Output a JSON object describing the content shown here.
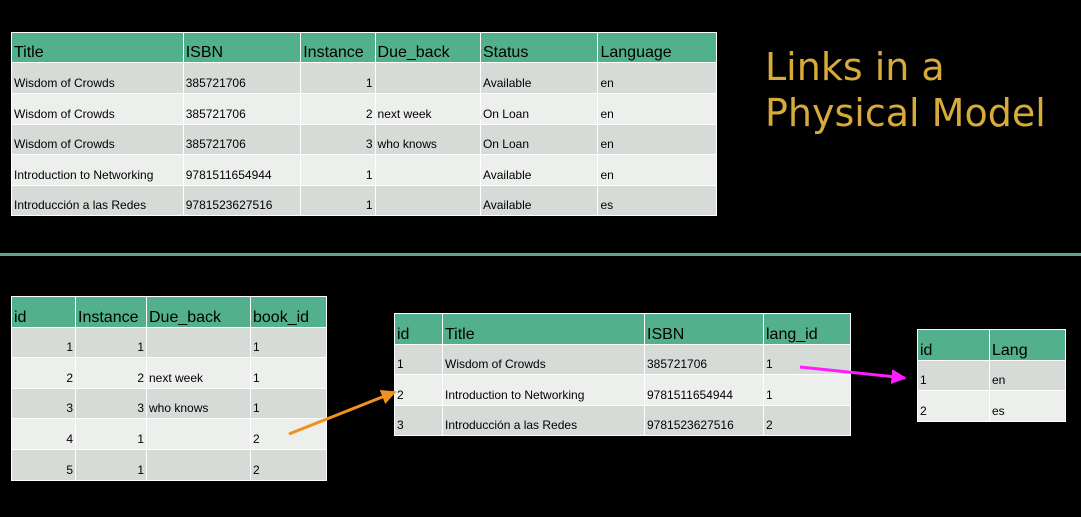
{
  "slide_title_line1": "Links in a",
  "slide_title_line2": "Physical Model",
  "colors": {
    "header_green": "#52b08c",
    "title_gold": "#d7aa3a",
    "arrow_orange": "#f0901e",
    "arrow_magenta": "#ff1cff",
    "divider": "#5aa88f"
  },
  "denormalized": {
    "headers": [
      "Title",
      "ISBN",
      "Instance",
      "Due_back",
      "Status",
      "Language"
    ],
    "rows": [
      [
        "Wisdom of Crowds",
        "385721706",
        "1",
        "",
        "Available",
        "en"
      ],
      [
        "Wisdom of Crowds",
        "385721706",
        "2",
        "next week",
        "On Loan",
        "en"
      ],
      [
        "Wisdom of Crowds",
        "385721706",
        "3",
        "who knows",
        "On Loan",
        "en"
      ],
      [
        "Introduction to Networking",
        "9781511654944",
        "1",
        "",
        "Available",
        "en"
      ],
      [
        "Introducción a las Redes",
        "9781523627516",
        "1",
        "",
        "Available",
        "es"
      ]
    ]
  },
  "instances": {
    "headers": [
      "id",
      "Instance",
      "Due_back",
      "book_id"
    ],
    "rows": [
      [
        "1",
        "1",
        "",
        "1"
      ],
      [
        "2",
        "2",
        "next week",
        "1"
      ],
      [
        "3",
        "3",
        "who knows",
        "1"
      ],
      [
        "4",
        "1",
        "",
        "2"
      ],
      [
        "5",
        "1",
        "",
        "2"
      ]
    ]
  },
  "books": {
    "headers": [
      "id",
      "Title",
      "ISBN",
      "lang_id"
    ],
    "rows": [
      [
        "1",
        "Wisdom of Crowds",
        "385721706",
        "1"
      ],
      [
        "2",
        "Introduction to Networking",
        "9781511654944",
        "1"
      ],
      [
        "3",
        "Introducción a las Redes",
        "9781523627516",
        "2"
      ]
    ]
  },
  "languages": {
    "headers": [
      "id",
      "Lang"
    ],
    "rows": [
      [
        "1",
        "en"
      ],
      [
        "2",
        "es"
      ]
    ]
  }
}
